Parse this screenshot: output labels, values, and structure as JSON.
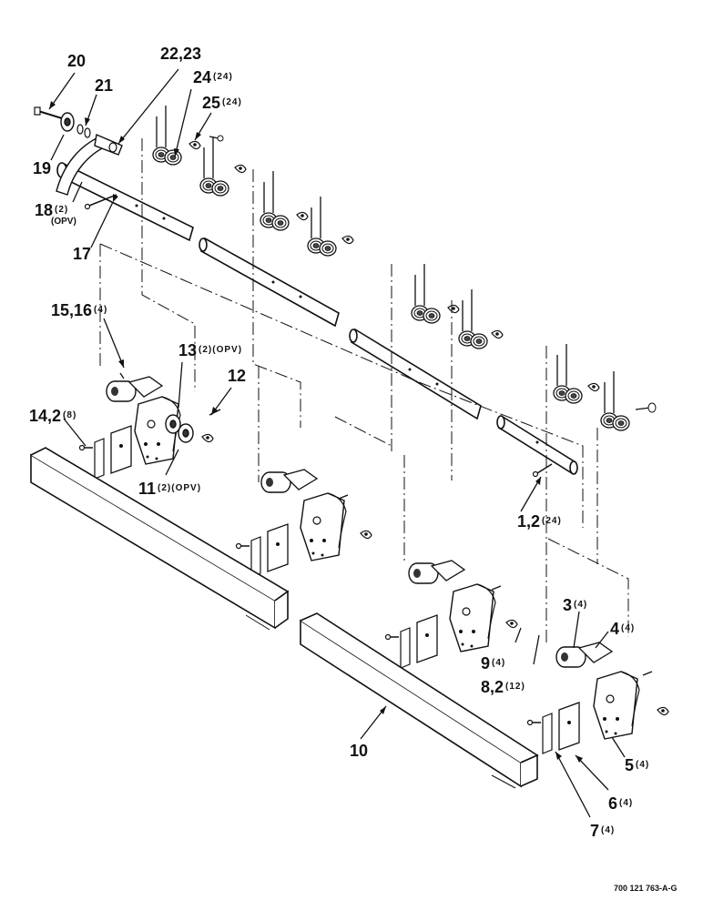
{
  "callouts": [
    {
      "id": "c20",
      "num": "20",
      "qty": ""
    },
    {
      "id": "c21",
      "num": "21",
      "qty": ""
    },
    {
      "id": "c2223",
      "num": "22,23",
      "qty": ""
    },
    {
      "id": "c24",
      "num": "24",
      "qty": "(24)"
    },
    {
      "id": "c25",
      "num": "25",
      "qty": "(24)"
    },
    {
      "id": "c19",
      "num": "19",
      "qty": ""
    },
    {
      "id": "c18",
      "num": "18",
      "qty": "(2)",
      "sub": "(OPV)"
    },
    {
      "id": "c17",
      "num": "17",
      "qty": ""
    },
    {
      "id": "c1516",
      "num": "15,16",
      "qty": "(4)"
    },
    {
      "id": "c13",
      "num": "13",
      "qty": "(2)(OPV)"
    },
    {
      "id": "c12",
      "num": "12",
      "qty": ""
    },
    {
      "id": "c142",
      "num": "14,2",
      "qty": "(8)"
    },
    {
      "id": "c11",
      "num": "11",
      "qty": "(2)(OPV)"
    },
    {
      "id": "c12b",
      "num": "1,2",
      "qty": "(24)"
    },
    {
      "id": "c3",
      "num": "3",
      "qty": "(4)"
    },
    {
      "id": "c4",
      "num": "4",
      "qty": "(4)"
    },
    {
      "id": "c9",
      "num": "9",
      "qty": "(4)"
    },
    {
      "id": "c82",
      "num": "8,2",
      "qty": "(12)"
    },
    {
      "id": "c10",
      "num": "10",
      "qty": ""
    },
    {
      "id": "c5",
      "num": "5",
      "qty": "(4)"
    },
    {
      "id": "c6",
      "num": "6",
      "qty": "(4)"
    },
    {
      "id": "c7",
      "num": "7",
      "qty": "(4)"
    }
  ],
  "drawing_code": "700 121 763-A-G",
  "colors": {
    "line": "#111111",
    "paper": "#ffffff",
    "shade": "#bdbdbd"
  }
}
